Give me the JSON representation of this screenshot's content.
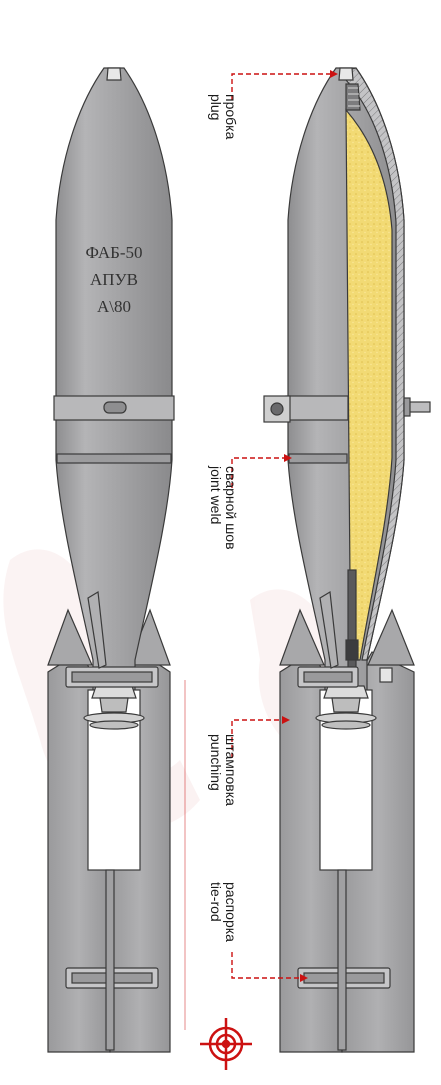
{
  "marking": {
    "line1": "ФАБ-50",
    "line2": "АПУВ",
    "line3": "А\\80"
  },
  "callouts": [
    {
      "id": "plug",
      "ru": "пробка",
      "en": "plug"
    },
    {
      "id": "joint-weld",
      "ru": "сварной шов",
      "en": "joint weld"
    },
    {
      "id": "punching",
      "ru": "штамповка",
      "en": "punching"
    },
    {
      "id": "tie-rod",
      "ru": "распорка",
      "en": "tie-rod"
    }
  ],
  "colors": {
    "body": "#a2a2a4",
    "body_dark": "#8a8a8c",
    "explosive": "#f0d870",
    "leader": "#cc1111",
    "outline": "#3a3a3a"
  }
}
